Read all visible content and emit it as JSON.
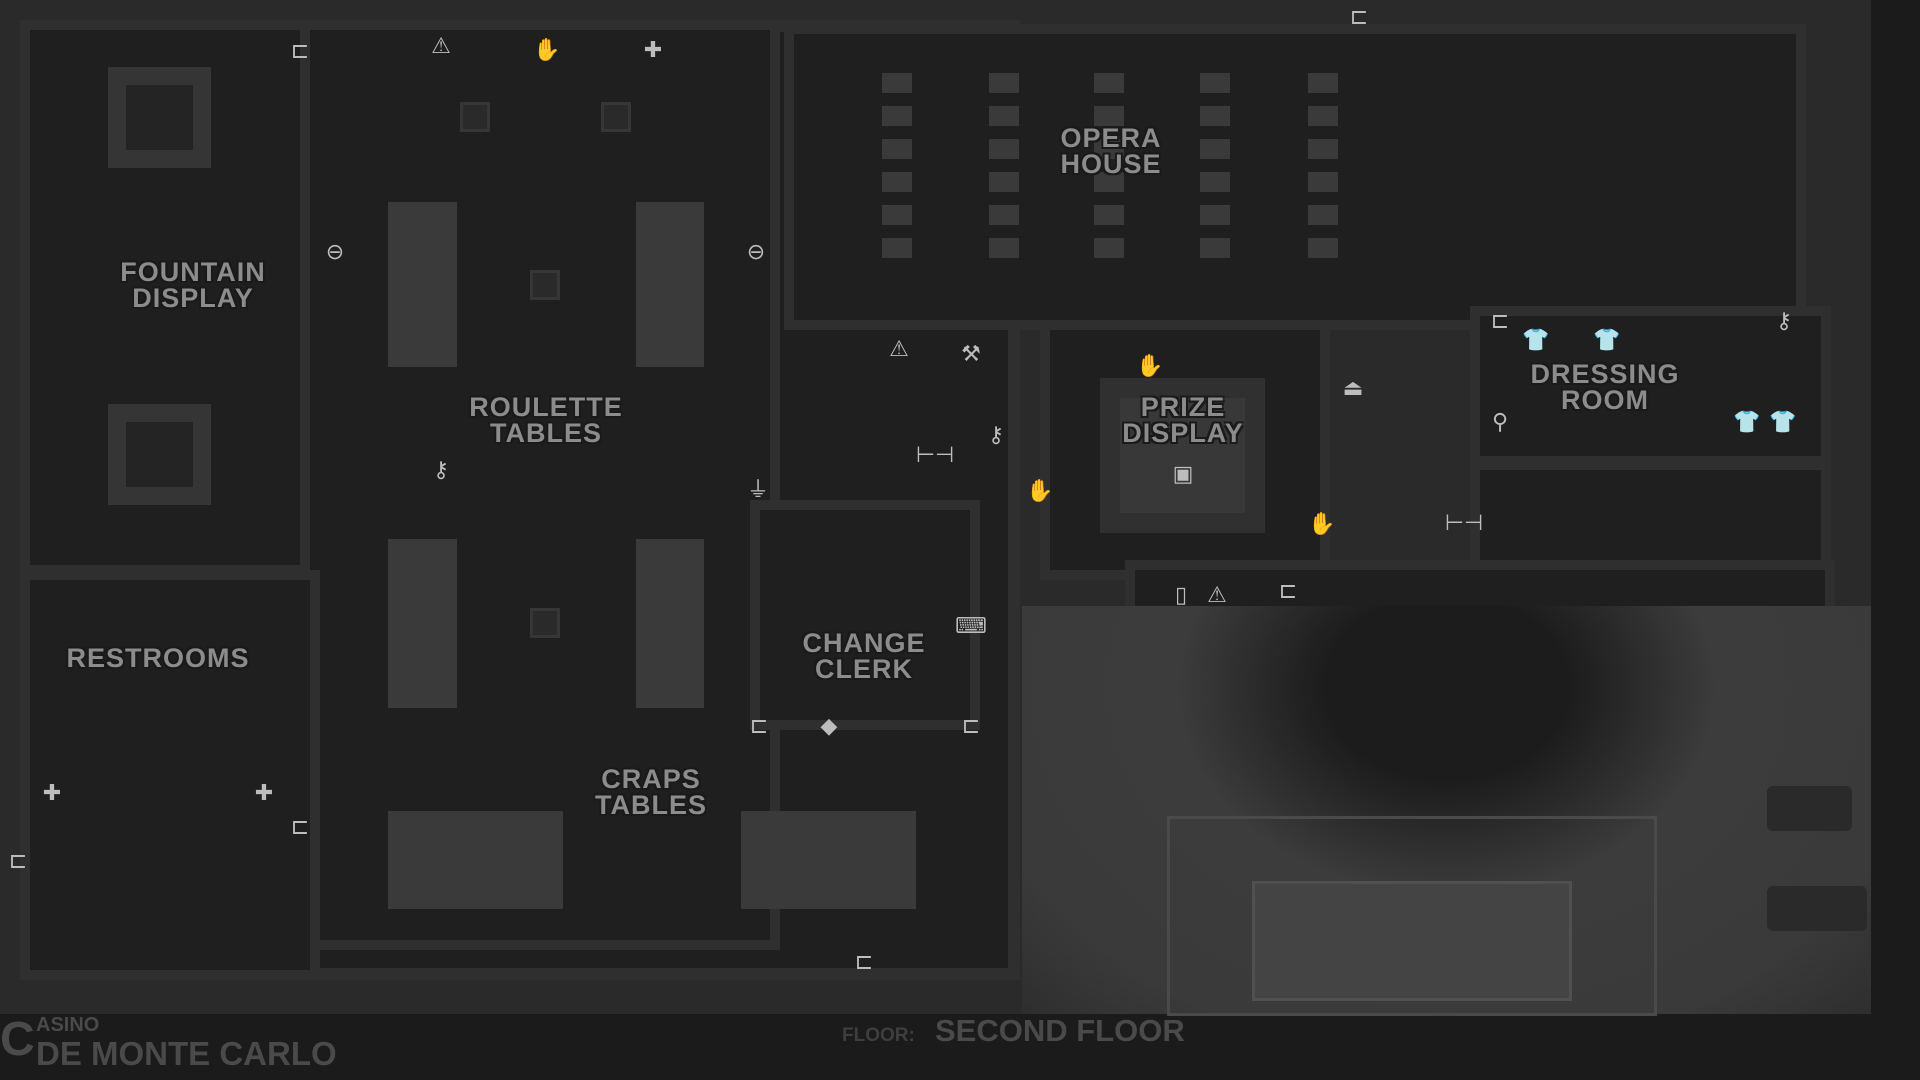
{
  "map": {
    "rooms": [
      {
        "label": "Fountain Display",
        "line1": "Fountain",
        "line2": "Display"
      },
      {
        "label": "Roulette Tables",
        "line1": "Roulette",
        "line2": "Tables"
      },
      {
        "label": "Opera House",
        "line1": "Opera",
        "line2": "House"
      },
      {
        "label": "Prize Display",
        "line1": "Prize",
        "line2": "Display"
      },
      {
        "label": "Dressing Room",
        "line1": "Dressing",
        "line2": "Room"
      },
      {
        "label": "Restrooms",
        "line1": "Restrooms"
      },
      {
        "label": "Change Clerk",
        "line1": "Change",
        "line2": "Clerk"
      },
      {
        "label": "Craps Tables",
        "line1": "Craps",
        "line2": "Tables"
      }
    ],
    "icons": [
      "camera-icon",
      "alarm-icon",
      "hand-icon",
      "medkit-icon",
      "key-icon",
      "wrench-icon",
      "door-icon",
      "computer-icon",
      "shirt-icon",
      "safe-icon",
      "fuse-icon",
      "bomb-icon",
      "lock-icon",
      "laser-icon",
      "gem-icon"
    ]
  },
  "footer": {
    "venue_initial": "C",
    "venue_top": "asino",
    "venue_bottom": "de Monte Carlo",
    "floor_prefix": "Floor:",
    "floor_name": "Second Floor"
  },
  "colors": {
    "label": "#8c8c8c",
    "floor": "#1f1f1f",
    "wall": "#2f2f2f"
  }
}
